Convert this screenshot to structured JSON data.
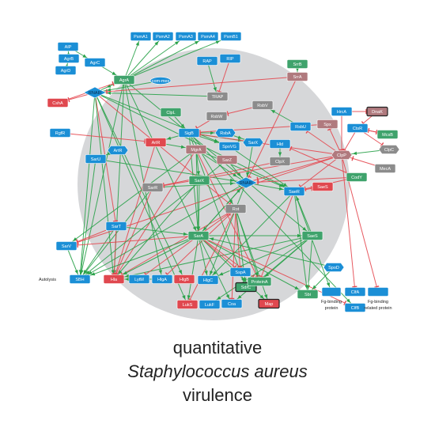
{
  "colors": {
    "circle": "#d6d7d9",
    "blue": "#1b8fd6",
    "red": "#e0484f",
    "green": "#3fa36c",
    "gray": "#8c8c8c",
    "rose": "#b07a7e",
    "activation_edge": "#2aa24a",
    "inhibition_edge": "#e4474f"
  },
  "nodes": [
    {
      "id": "PsmA1",
      "label": "PsmA1",
      "color": "blue"
    },
    {
      "id": "PsmA2",
      "label": "PsmA2",
      "color": "blue"
    },
    {
      "id": "PsmA3",
      "label": "PsmA3",
      "color": "blue"
    },
    {
      "id": "PsmA4",
      "label": "PsmA4",
      "color": "blue"
    },
    {
      "id": "PsmB1",
      "label": "PsmB1",
      "color": "blue"
    },
    {
      "id": "AIP",
      "label": "AIP",
      "color": "blue"
    },
    {
      "id": "AgrB",
      "label": "AgrB",
      "color": "blue"
    },
    {
      "id": "AgrC",
      "label": "AgrC",
      "color": "blue"
    },
    {
      "id": "AgrD",
      "label": "AgrD",
      "color": "blue"
    },
    {
      "id": "AgrA",
      "label": "AgrA",
      "color": "green"
    },
    {
      "id": "RNAIII",
      "label": "RNAIII",
      "color": "blue",
      "shape": "diamond"
    },
    {
      "id": "com",
      "label": "com-mex",
      "color": "blue",
      "shape": "ellipse"
    },
    {
      "id": "CshA",
      "label": "CshA",
      "color": "red"
    },
    {
      "id": "RAP",
      "label": "RAP",
      "color": "blue"
    },
    {
      "id": "RIP",
      "label": "RIP",
      "color": "blue"
    },
    {
      "id": "TRAP",
      "label": "TRAP",
      "color": "gray"
    },
    {
      "id": "SrrB",
      "label": "SrrB",
      "color": "green"
    },
    {
      "id": "SrrA",
      "label": "SrrA",
      "color": "rose"
    },
    {
      "id": "RsbV",
      "label": "RsbV",
      "color": "gray"
    },
    {
      "id": "ClpL",
      "label": "ClpL",
      "color": "green"
    },
    {
      "id": "RsbW",
      "label": "RsbW",
      "color": "gray"
    },
    {
      "id": "RsbU",
      "label": "RsbU",
      "color": "blue"
    },
    {
      "id": "Spx",
      "label": "Spx",
      "color": "rose"
    },
    {
      "id": "HrcA",
      "label": "HrcA",
      "color": "blue"
    },
    {
      "id": "DnaK",
      "label": "DnaK",
      "color": "rose",
      "outline": true
    },
    {
      "id": "CtsR",
      "label": "CtsR",
      "color": "blue"
    },
    {
      "id": "McsB",
      "label": "McsB",
      "color": "green"
    },
    {
      "id": "ClpC",
      "label": "ClpC",
      "color": "gray",
      "shape": "hex"
    },
    {
      "id": "ClpP",
      "label": "ClpP",
      "color": "rose",
      "shape": "hex"
    },
    {
      "id": "CodY",
      "label": "CodY",
      "color": "green"
    },
    {
      "id": "MecA",
      "label": "MecA",
      "color": "gray"
    },
    {
      "id": "RgfR",
      "label": "RgfR",
      "color": "blue"
    },
    {
      "id": "SigB",
      "label": "SigB",
      "color": "blue"
    },
    {
      "id": "RsbA",
      "label": "RsbA",
      "color": "blue",
      "shape": "hex"
    },
    {
      "id": "ArtR",
      "label": "ArtR",
      "color": "blue",
      "shape": "hex"
    },
    {
      "id": "ArlR",
      "label": "ArlR",
      "color": "red"
    },
    {
      "id": "MgrA",
      "label": "MgrA",
      "color": "rose"
    },
    {
      "id": "SpoVG",
      "label": "SpoVG",
      "color": "blue"
    },
    {
      "id": "SarX",
      "label": "SarX",
      "color": "blue",
      "shape": "hex"
    },
    {
      "id": "Hld",
      "label": "Hld",
      "color": "blue"
    },
    {
      "id": "SarU",
      "label": "SarU",
      "color": "blue"
    },
    {
      "id": "SarZ",
      "label": "SarZ",
      "color": "rose"
    },
    {
      "id": "ClpX",
      "label": "ClpX",
      "color": "gray"
    },
    {
      "id": "SarR",
      "label": "SarR",
      "color": "gray"
    },
    {
      "id": "SarX2",
      "label": "SarX",
      "color": "green"
    },
    {
      "id": "RNAII",
      "label": "RNAIII",
      "color": "blue",
      "shape": "diamond"
    },
    {
      "id": "SaeR",
      "label": "SaeR",
      "color": "blue"
    },
    {
      "id": "SaeS",
      "label": "SaeS",
      "color": "red"
    },
    {
      "id": "Rot",
      "label": "Rot",
      "color": "gray"
    },
    {
      "id": "SarT",
      "label": "SarT",
      "color": "blue"
    },
    {
      "id": "SarA",
      "label": "SarA",
      "color": "green"
    },
    {
      "id": "SaeS2",
      "label": "SaeS",
      "color": "green"
    },
    {
      "id": "SarV",
      "label": "SarV",
      "color": "blue"
    },
    {
      "id": "SspA",
      "label": "SspA",
      "color": "blue"
    },
    {
      "id": "SpoD",
      "label": "SpoD",
      "color": "blue",
      "shape": "hex"
    },
    {
      "id": "SBH",
      "label": "SBH",
      "color": "blue"
    },
    {
      "id": "Hla",
      "label": "Hla",
      "color": "red"
    },
    {
      "id": "LytM",
      "label": "LytM",
      "color": "blue"
    },
    {
      "id": "HlgA",
      "label": "HlgA",
      "color": "blue"
    },
    {
      "id": "HlgB",
      "label": "HlgB",
      "color": "red"
    },
    {
      "id": "HlgC",
      "label": "HlgC",
      "color": "blue"
    },
    {
      "id": "SdrC",
      "label": "SdrC",
      "color": "green",
      "outline": true
    },
    {
      "id": "ProteinA",
      "label": "ProteinA",
      "color": "green"
    },
    {
      "id": "Sbi",
      "label": "Sbi",
      "color": "green"
    },
    {
      "id": "FgBind",
      "label": "",
      "color": "blue"
    },
    {
      "id": "ClfA",
      "label": "ClfA",
      "color": "blue"
    },
    {
      "id": "FgRel",
      "label": "",
      "color": "blue"
    },
    {
      "id": "ClfB",
      "label": "ClfB",
      "color": "blue"
    },
    {
      "id": "LukS",
      "label": "LukS",
      "color": "red"
    },
    {
      "id": "LukF",
      "label": "LukF",
      "color": "blue"
    },
    {
      "id": "Coa",
      "label": "Coa",
      "color": "blue"
    },
    {
      "id": "Map",
      "label": "Map",
      "color": "red",
      "outline": true
    }
  ],
  "edges": [
    [
      "AIP",
      "AgrC",
      "a"
    ],
    [
      "AgrB",
      "AIP",
      "a"
    ],
    [
      "AgrD",
      "AgrB",
      "a"
    ],
    [
      "AgrC",
      "AgrA",
      "a"
    ],
    [
      "AgrA",
      "RNAIII",
      "a"
    ],
    [
      "AgrA",
      "PsmA1",
      "a"
    ],
    [
      "AgrA",
      "PsmA2",
      "a"
    ],
    [
      "AgrA",
      "PsmA3",
      "a"
    ],
    [
      "AgrA",
      "PsmA4",
      "a"
    ],
    [
      "AgrA",
      "PsmB1",
      "a"
    ],
    [
      "AgrA",
      "SarA",
      "a"
    ],
    [
      "AgrA",
      "SBH",
      "a"
    ],
    [
      "AgrA",
      "Hla",
      "a"
    ],
    [
      "AgrA",
      "HlgA",
      "a"
    ],
    [
      "AgrA",
      "SaeS2",
      "a"
    ],
    [
      "RNAIII",
      "CshA",
      "i"
    ],
    [
      "RNAIII",
      "SarT",
      "i"
    ],
    [
      "RNAIII",
      "Rot",
      "i"
    ],
    [
      "RNAIII",
      "SBH",
      "a"
    ],
    [
      "RNAIII",
      "Hla",
      "a"
    ],
    [
      "RNAIII",
      "HlgB",
      "a"
    ],
    [
      "RNAIII",
      "LukS",
      "a"
    ],
    [
      "RNAIII",
      "SpoVG",
      "a"
    ],
    [
      "RNAIII",
      "SaeR",
      "a"
    ],
    [
      "RAP",
      "TRAP",
      "a"
    ],
    [
      "RIP",
      "TRAP",
      "i"
    ],
    [
      "TRAP",
      "RNAIII",
      "a"
    ],
    [
      "com",
      "RNAIII",
      "a"
    ],
    [
      "SrrA",
      "RNAIII",
      "i"
    ],
    [
      "SrrA",
      "RNAII",
      "i"
    ],
    [
      "SrrB",
      "SrrA",
      "a"
    ],
    [
      "RsbV",
      "RsbW",
      "i"
    ],
    [
      "RsbU",
      "RsbV",
      "a"
    ],
    [
      "RsbW",
      "SigB",
      "i"
    ],
    [
      "ClpL",
      "SigB",
      "a"
    ],
    [
      "SigB",
      "SarX",
      "a"
    ],
    [
      "SigB",
      "SpoVG",
      "a"
    ],
    [
      "SigB",
      "ArlR",
      "a"
    ],
    [
      "SigB",
      "SarA",
      "a"
    ],
    [
      "SigB",
      "RsbA",
      "a"
    ],
    [
      "SigB",
      "Rot",
      "a"
    ],
    [
      "SigB",
      "SdrC",
      "a"
    ],
    [
      "SigB",
      "ClfB",
      "a"
    ],
    [
      "RgfR",
      "ArlR",
      "i"
    ],
    [
      "ArtR",
      "SarU",
      "a"
    ],
    [
      "ArlR",
      "MgrA",
      "a"
    ],
    [
      "ArlR",
      "Hla",
      "i"
    ],
    [
      "MgrA",
      "SarV",
      "a"
    ],
    [
      "MgrA",
      "SarX2",
      "a"
    ],
    [
      "MgrA",
      "SaeR",
      "a"
    ],
    [
      "MgrA",
      "Hla",
      "i"
    ],
    [
      "MgrA",
      "ProteinA",
      "i"
    ],
    [
      "MgrA",
      "SarA",
      "a"
    ],
    [
      "MgrA",
      "RNAII",
      "a"
    ],
    [
      "SarX",
      "RNAII",
      "a"
    ],
    [
      "Hld",
      "ClpX",
      "a"
    ],
    [
      "ClpX",
      "SarR",
      "i"
    ],
    [
      "SarU",
      "RNAII",
      "a"
    ],
    [
      "SarU",
      "SBH",
      "a"
    ],
    [
      "SarZ",
      "RNAII",
      "a"
    ],
    [
      "SarR",
      "RNAII",
      "a"
    ],
    [
      "SarR",
      "Hla",
      "i"
    ],
    [
      "SarR",
      "SBH",
      "a"
    ],
    [
      "RNAII",
      "SaeR",
      "a"
    ],
    [
      "RNAII",
      "SarA",
      "a"
    ],
    [
      "SaeR",
      "SaeS",
      "i"
    ],
    [
      "SaeS2",
      "SaeR",
      "a"
    ],
    [
      "SaeS2",
      "HlgC",
      "a"
    ],
    [
      "SaeS2",
      "Hla",
      "a"
    ],
    [
      "SaeS2",
      "Coa",
      "a"
    ],
    [
      "SaeS2",
      "LukF",
      "a"
    ],
    [
      "SaeS2",
      "Sbi",
      "a"
    ],
    [
      "SaeS2",
      "ProteinA",
      "a"
    ],
    [
      "Rot",
      "SspA",
      "i"
    ],
    [
      "Rot",
      "Hla",
      "i"
    ],
    [
      "Rot",
      "ProteinA",
      "a"
    ],
    [
      "Rot",
      "SdrC",
      "a"
    ],
    [
      "Rot",
      "LukS",
      "i"
    ],
    [
      "Rot",
      "HlgA",
      "i"
    ],
    [
      "Rot",
      "Map",
      "a"
    ],
    [
      "Rot",
      "Coa",
      "i"
    ],
    [
      "SarT",
      "SBH",
      "a"
    ],
    [
      "SarT",
      "Hla",
      "i"
    ],
    [
      "SarT",
      "SarA",
      "a"
    ],
    [
      "SarT",
      "SarV",
      "i"
    ],
    [
      "SarA",
      "RNAII",
      "a"
    ],
    [
      "SarA",
      "Hla",
      "a"
    ],
    [
      "SarA",
      "SBH",
      "a"
    ],
    [
      "SarA",
      "LytM",
      "i"
    ],
    [
      "SarA",
      "SspA",
      "i"
    ],
    [
      "SarA",
      "ProteinA",
      "i"
    ],
    [
      "SarA",
      "HlgC",
      "a"
    ],
    [
      "SarA",
      "Sbi",
      "a"
    ],
    [
      "SarA",
      "SaeS2",
      "a"
    ],
    [
      "SarA",
      "SarV",
      "i"
    ],
    [
      "SarA",
      "LukS",
      "a"
    ],
    [
      "SarA",
      "Map",
      "a"
    ],
    [
      "SarA",
      "ClfB",
      "i"
    ],
    [
      "SarA",
      "Coa",
      "a"
    ],
    [
      "SarA",
      "Rot",
      "i"
    ],
    [
      "SarV",
      "SBH",
      "a"
    ],
    [
      "HrcA",
      "DnaK",
      "i"
    ],
    [
      "HrcA",
      "ClpP",
      "i"
    ],
    [
      "CtsR",
      "ClpC",
      "i"
    ],
    [
      "CtsR",
      "McsB",
      "i"
    ],
    [
      "CtsR",
      "ClpP",
      "i"
    ],
    [
      "DnaK",
      "CtsR",
      "i"
    ],
    [
      "McsB",
      "CtsR",
      "i"
    ],
    [
      "ClpC",
      "ClpP",
      "a"
    ],
    [
      "ClpP",
      "Spx",
      "i"
    ],
    [
      "ClpP",
      "RsbU",
      "i"
    ],
    [
      "ClpP",
      "SarV",
      "i"
    ],
    [
      "ClpP",
      "SaeR",
      "i"
    ],
    [
      "ClpP",
      "ClfA",
      "i"
    ],
    [
      "ClpP",
      "FgRel",
      "i"
    ],
    [
      "ClpP",
      "RNAII",
      "i"
    ],
    [
      "ClpP",
      "SigB",
      "i"
    ],
    [
      "ClpP",
      "SarR",
      "i"
    ],
    [
      "CodY",
      "SaeR",
      "i"
    ],
    [
      "CodY",
      "RNAII",
      "i"
    ],
    [
      "CodY",
      "Hld",
      "i"
    ],
    [
      "MecA",
      "ClpP",
      "i"
    ],
    [
      "Spx",
      "SigB",
      "i"
    ],
    [
      "SpoD",
      "Sbi",
      "a"
    ],
    [
      "SpoD",
      "SarA",
      "a"
    ],
    [
      "CshA",
      "AgrA",
      "i"
    ],
    [
      "RsbA",
      "SarX",
      "a"
    ],
    [
      "SpoVG",
      "SaeR",
      "a"
    ],
    [
      "SarZ",
      "SBH",
      "a"
    ],
    [
      "HlgA",
      "Hla",
      "a"
    ],
    [
      "SaeR",
      "Sbi",
      "a"
    ],
    [
      "SaeR",
      "ProteinA",
      "i"
    ],
    [
      "SaeR",
      "HlgC",
      "a"
    ],
    [
      "SaeR",
      "FgBind",
      "a"
    ],
    [
      "SarX2",
      "SarA",
      "a"
    ],
    [
      "SarX2",
      "Hla",
      "a"
    ],
    [
      "RNAII",
      "SBH",
      "a"
    ],
    [
      "RNAII",
      "HlgC",
      "a"
    ]
  ],
  "labels": {
    "autolysis": "Autolysis",
    "fg_binding_protein": [
      "Fg-binding",
      "protein"
    ],
    "fg_binding_related": [
      "Fg-binding",
      "related protein"
    ]
  },
  "caption": {
    "line1": "quantitative",
    "line2": "Staphylococcus aureus",
    "line3": "virulence"
  }
}
